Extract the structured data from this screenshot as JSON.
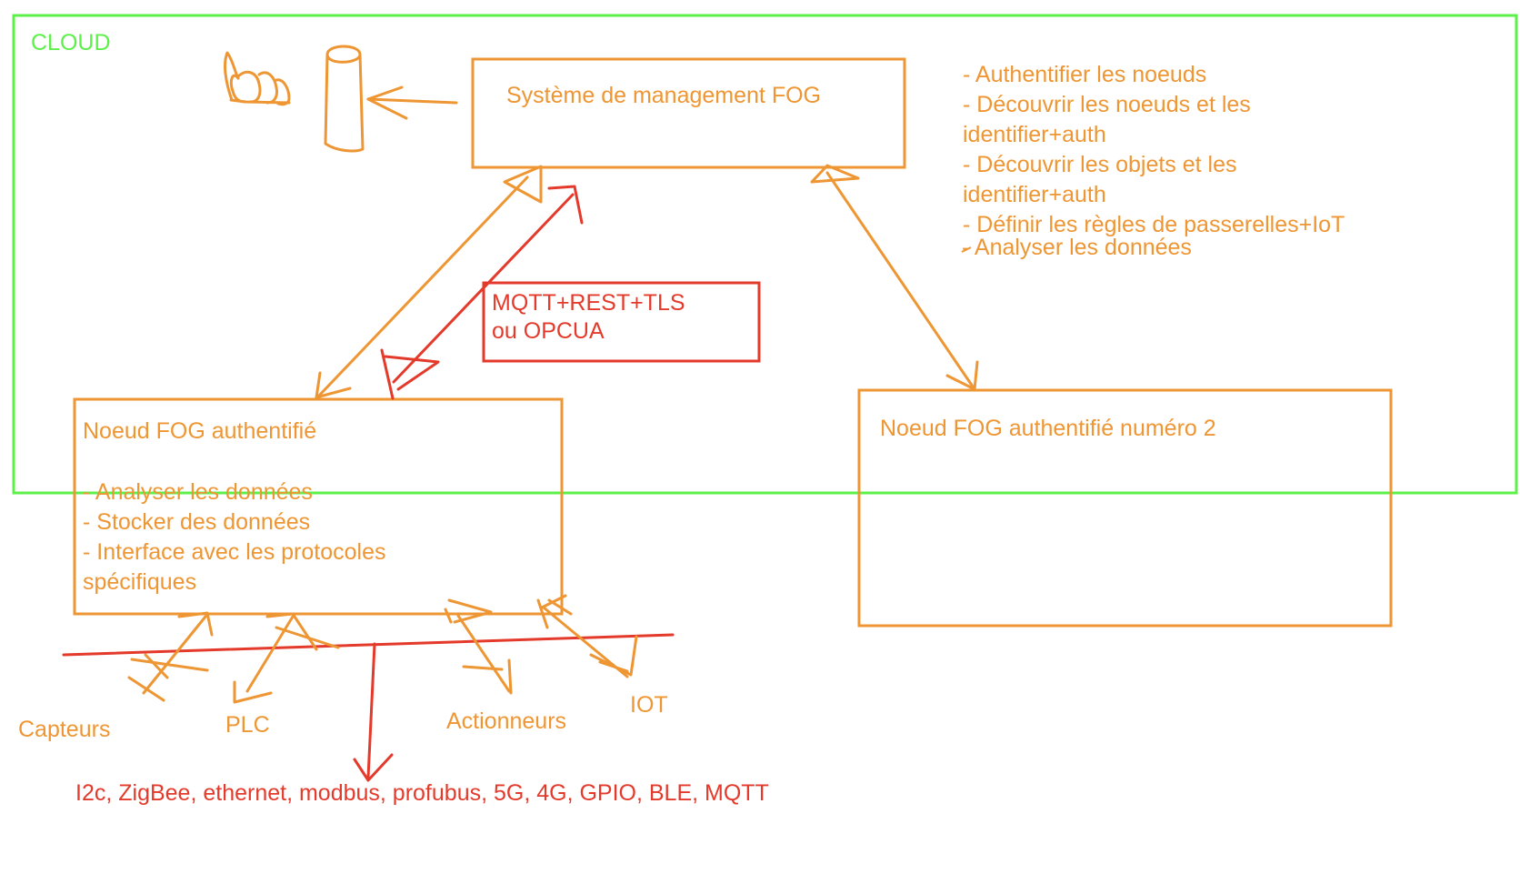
{
  "cloud": {
    "label": "CLOUD"
  },
  "management": {
    "title": "Système de management FOG",
    "tasks": [
      "- Authentifier les noeuds",
      "- Découvrir les noeuds et les",
      "identifier+auth",
      "- Découvrir les objets et les",
      "identifier+auth",
      "- Définir les règles de passerelles+IoT"
    ],
    "last_task": "- Analyser les données"
  },
  "protocol_box": {
    "line1": "MQTT+REST+TLS",
    "line2": "ou OPCUA"
  },
  "node1": {
    "title": "Noeud FOG authentifié",
    "tasks": [
      "- Analyser les données",
      "- Stocker des données",
      "- Interface avec les protocoles",
      "spécifiques"
    ]
  },
  "node2": {
    "title": "Noeud FOG authentifié numéro 2"
  },
  "devices": {
    "capteurs": "Capteurs",
    "plc": "PLC",
    "actionneurs": "Actionneurs",
    "iot": "IOT"
  },
  "bus": {
    "protocols": "I2c, ZigBee, ethernet, modbus, profubus, 5G, 4G, GPIO, BLE, MQTT"
  },
  "colors": {
    "orange": "#ee9633",
    "red": "#e43a2b",
    "green": "#5ef04a"
  }
}
